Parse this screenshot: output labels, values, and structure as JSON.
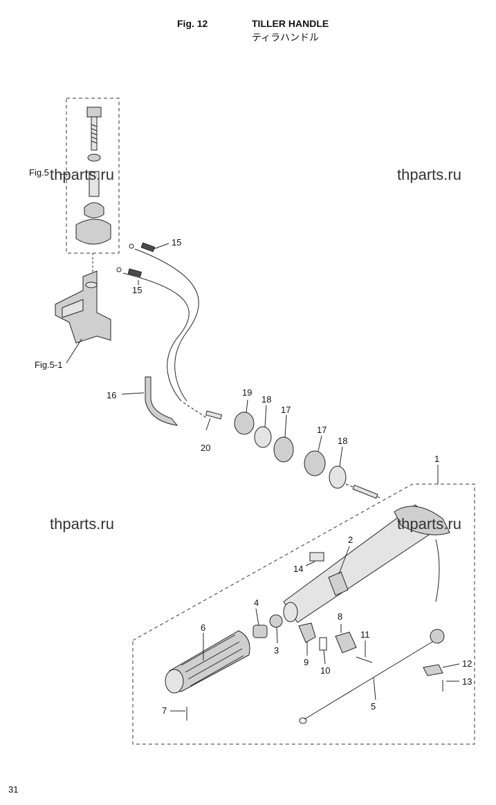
{
  "header": {
    "fig_label": "Fig. 12",
    "title": "TILLER HANDLE",
    "title_jp": "ティラハンドル"
  },
  "refs": {
    "fig5": "Fig.5",
    "fig5_1": "Fig.5-1"
  },
  "watermarks": [
    "thparts.ru",
    "thparts.ru",
    "thparts.ru",
    "thparts.ru"
  ],
  "callouts": {
    "p1": "1",
    "p2": "2",
    "p3": "3",
    "p4": "4",
    "p5": "5",
    "p6": "6",
    "p7": "7",
    "p8": "8",
    "p9": "9",
    "p10": "10",
    "p11": "11",
    "p12": "12",
    "p13": "13",
    "p14": "14",
    "p15a": "15",
    "p15b": "15",
    "p16": "16",
    "p17a": "17",
    "p17b": "17",
    "p18a": "18",
    "p18b": "18",
    "p19": "19",
    "p20": "20"
  },
  "page_number": "31"
}
